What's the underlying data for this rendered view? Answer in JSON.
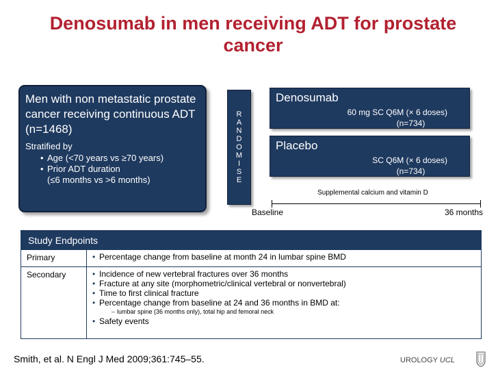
{
  "title": "Denosumab in men receiving ADT for prostate cancer",
  "population": {
    "text": "Men with non metastatic prostate cancer receiving continuous ADT (n=1468)",
    "stratified_label": "Stratified by",
    "bullets": [
      {
        "line1": "Age (<70 years vs ≥70 years)",
        "line2": ""
      },
      {
        "line1": "Prior ADT duration",
        "line2": "(≤6 months vs >6 months)"
      }
    ]
  },
  "randomise_letters": [
    "R",
    "A",
    "N",
    "D",
    "O",
    "M",
    "I",
    "S",
    "E"
  ],
  "arms": {
    "denosumab": {
      "name": "Denosumab",
      "dose": "60 mg SC Q6M (× 6 doses)",
      "n": "(n=734)"
    },
    "placebo": {
      "name": "Placebo",
      "dose": "SC Q6M (× 6 doses)",
      "n": "(n=734)"
    }
  },
  "supplement": "Supplemental calcium and vitamin D",
  "timeline": {
    "start": "Baseline",
    "end": "36 months"
  },
  "endpoints": {
    "header": "Study Endpoints",
    "primary_label": "Primary",
    "primary": [
      "Percentage change from baseline at month 24 in lumbar spine BMD"
    ],
    "secondary_label": "Secondary",
    "secondary": [
      "Incidence of new vertebral fractures over 36 months",
      "Fracture at any site (morphometric/clinical vertebral or nonvertebral)",
      "Time to first clinical fracture",
      "Percentage change from baseline at 24 and 36 months in BMD at:"
    ],
    "secondary_sub": "lumbar spine (36 months only), total hip and femoral neck",
    "secondary_last": "Safety events"
  },
  "citation": "Smith, et al. N Engl J Med 2009;361:745–55.",
  "footer": {
    "main": "UROLOGY",
    "italic": "UCL"
  },
  "colors": {
    "title": "#b22130",
    "navy": "#1f3a5f"
  }
}
